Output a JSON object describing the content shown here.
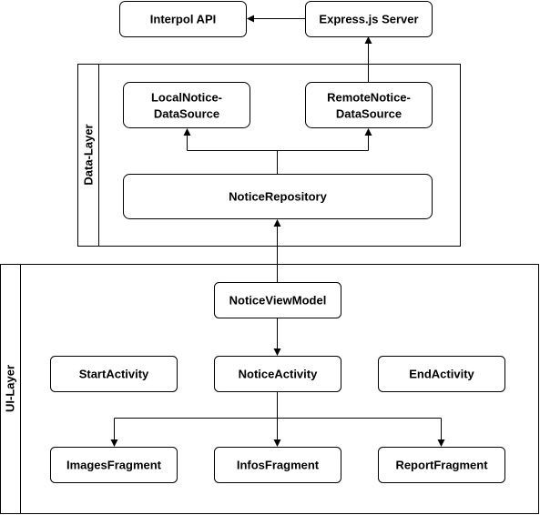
{
  "layers": {
    "data_layer": {
      "label": "Data-Layer"
    },
    "ui_layer": {
      "label": "UI-Layer"
    }
  },
  "nodes": {
    "interpol_api": {
      "label": "Interpol API"
    },
    "express_server": {
      "label": "Express.js Server"
    },
    "local_datasource": {
      "label_line1": "LocalNotice-",
      "label_line2": "DataSource"
    },
    "remote_datasource": {
      "label_line1": "RemoteNotice-",
      "label_line2": "DataSource"
    },
    "notice_repository": {
      "label": "NoticeRepository"
    },
    "notice_viewmodel": {
      "label": "NoticeViewModel"
    },
    "start_activity": {
      "label": "StartActivity"
    },
    "notice_activity": {
      "label": "NoticeActivity"
    },
    "end_activity": {
      "label": "EndActivity"
    },
    "images_fragment": {
      "label": "ImagesFragment"
    },
    "infos_fragment": {
      "label": "InfosFragment"
    },
    "report_fragment": {
      "label": "ReportFragment"
    }
  }
}
